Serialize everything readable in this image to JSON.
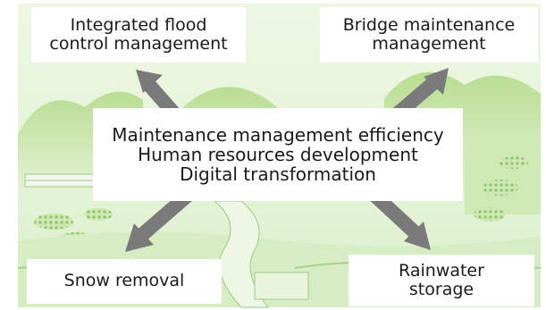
{
  "diagram": {
    "center": {
      "lines": [
        "Maintenance management efficiency",
        "Human resources development",
        "Digital transformation"
      ]
    },
    "top_left": {
      "lines": [
        "Integrated flood",
        "control management"
      ]
    },
    "top_right": {
      "lines": [
        "Bridge maintenance",
        "management"
      ]
    },
    "bottom_left": {
      "lines": [
        "Snow removal"
      ]
    },
    "bottom_right": {
      "lines": [
        "Rainwater",
        "storage"
      ]
    }
  },
  "colors": {
    "arrow": "#7a7a7a",
    "background_green": "#d9ecc8",
    "box_fill": "#ffffff"
  },
  "icons": [
    "landscape-illustration",
    "arrow-up-left-icon",
    "arrow-up-right-icon",
    "arrow-down-left-icon",
    "arrow-down-right-icon"
  ]
}
